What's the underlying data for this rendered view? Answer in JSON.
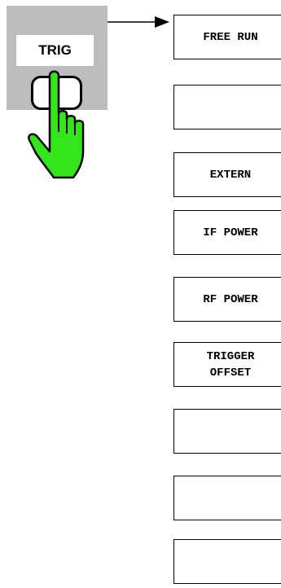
{
  "hardkey": {
    "label": "TRIG"
  },
  "softkeys": [
    {
      "label": "FREE RUN"
    },
    {
      "label": ""
    },
    {
      "label": "EXTERN"
    },
    {
      "label": "IF POWER"
    },
    {
      "label": "RF POWER"
    },
    {
      "label": "TRIGGER\nOFFSET"
    },
    {
      "label": ""
    },
    {
      "label": ""
    },
    {
      "label": ""
    }
  ],
  "colors": {
    "panel": "#bdbdbd",
    "hand": "#33e61a",
    "outline": "#000000"
  },
  "icons": {
    "hand": "pointing-hand-icon",
    "arrow": "arrow-right-icon"
  }
}
